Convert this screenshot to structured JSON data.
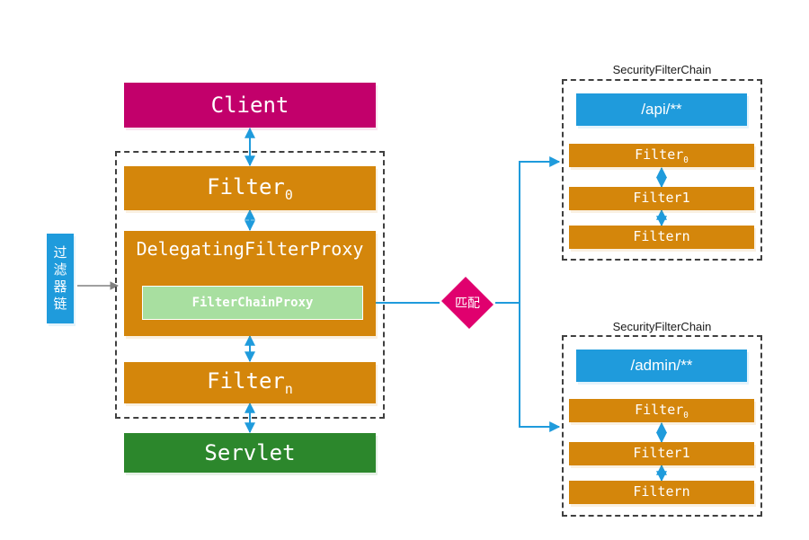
{
  "diagram": {
    "title_label_top": "SecurityFilterChain",
    "title_label_bottom": "SecurityFilterChain"
  },
  "left_column": {
    "client": {
      "label": "Client",
      "color": "#c2006b"
    },
    "filter0": {
      "label_main": "Filter",
      "label_sub": "0",
      "color": "#d4860b"
    },
    "delegating_proxy": {
      "label": "DelegatingFilterProxy",
      "color": "#d4860b"
    },
    "filter_chain_proxy": {
      "label": "FilterChainProxy",
      "color": "#a8dfa0"
    },
    "filtern": {
      "label_main": "Filter",
      "label_sub": "n",
      "color": "#d4860b"
    },
    "servlet": {
      "label": "Servlet",
      "color": "#2c872c"
    }
  },
  "side_label": {
    "text": "过滤器链",
    "chars": [
      "过",
      "滤",
      "器",
      "链"
    ],
    "color": "#1f9bdc"
  },
  "decision": {
    "label": "匹配",
    "color": "#e0006e"
  },
  "chains": [
    {
      "title": "SecurityFilterChain",
      "pattern": "/api/**",
      "pattern_color": "#1f9bdc",
      "filters": [
        {
          "label_main": "Filter",
          "label_sub": "0"
        },
        {
          "label_main": "Filter1",
          "label_sub": ""
        },
        {
          "label_main": "Filtern",
          "label_sub": ""
        }
      ]
    },
    {
      "title": "SecurityFilterChain",
      "pattern": "/admin/**",
      "pattern_color": "#1f9bdc",
      "filters": [
        {
          "label_main": "Filter",
          "label_sub": "0"
        },
        {
          "label_main": "Filter1",
          "label_sub": ""
        },
        {
          "label_main": "Filtern",
          "label_sub": ""
        }
      ]
    }
  ],
  "colors": {
    "arrow_blue": "#1f9bdc",
    "arrow_gray": "#808080",
    "dashed_border": "#404040",
    "orange": "#d4860b",
    "green": "#2c872c",
    "magenta": "#c2006b",
    "pink": "#e0006e",
    "light_green": "#a8dfa0"
  }
}
